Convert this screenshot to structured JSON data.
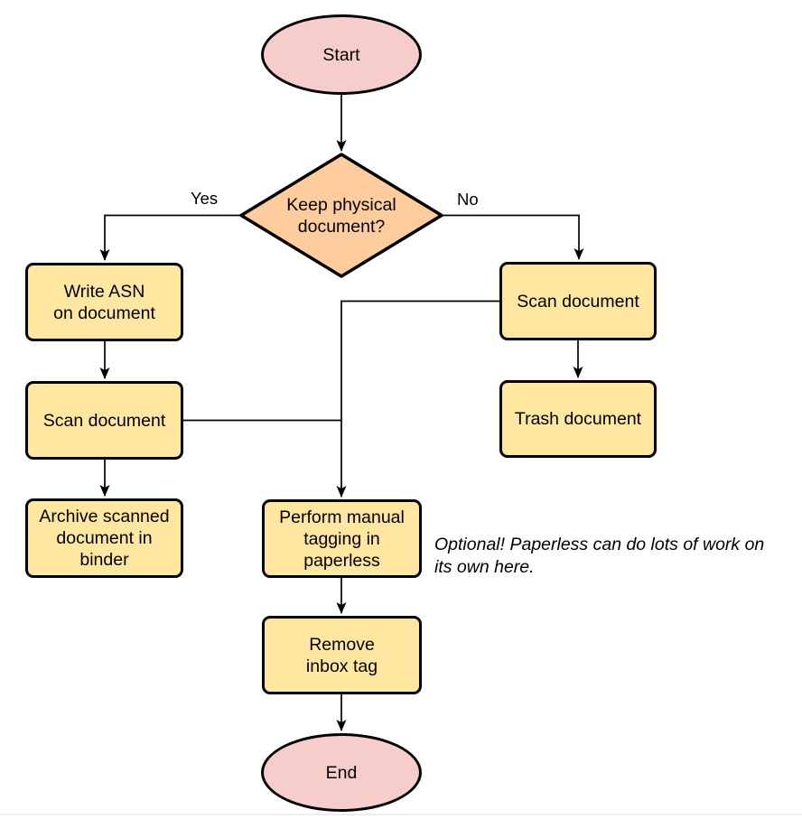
{
  "diagram": {
    "nodes": {
      "start": {
        "label": "Start",
        "type": "terminal"
      },
      "decision": {
        "label": "Keep physical\ndocument?",
        "type": "decision"
      },
      "write_asn": {
        "label": "Write ASN\non document",
        "type": "process"
      },
      "scan_left": {
        "label": "Scan document",
        "type": "process"
      },
      "archive": {
        "label": "Archive scanned\ndocument in\nbinder",
        "type": "process"
      },
      "scan_right": {
        "label": "Scan document",
        "type": "process"
      },
      "trash": {
        "label": "Trash document",
        "type": "process"
      },
      "tagging": {
        "label": "Perform manual\ntagging in\npaperless",
        "type": "process"
      },
      "remove_inbox": {
        "label": "Remove\ninbox tag",
        "type": "process"
      },
      "end": {
        "label": "End",
        "type": "terminal"
      }
    },
    "edge_labels": {
      "yes": "Yes",
      "no": "No"
    },
    "annotation": "Optional! Paperless can do lots of work on\nits own here.",
    "colors": {
      "terminal_fill": "#F7CDCB",
      "decision_fill": "#FFCC9E",
      "process_fill": "#FFE6A1",
      "stroke": "#000000",
      "connector": "#000000",
      "bottom_divider": "#F1EEE6"
    }
  }
}
